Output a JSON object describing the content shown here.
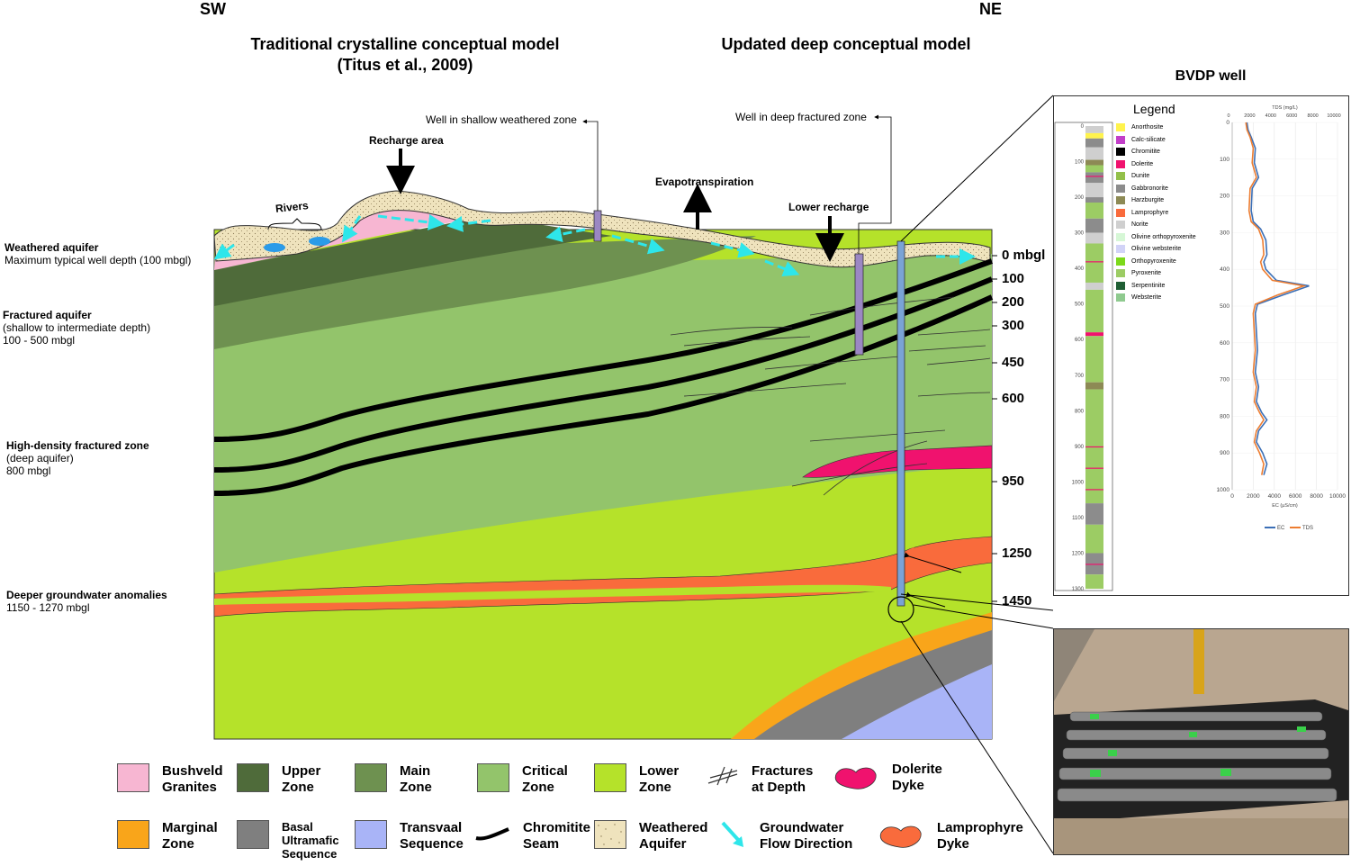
{
  "header": {
    "sw": "SW",
    "ne": "NE",
    "title_left_line1": "Traditional crystalline conceptual model",
    "title_left_line2": "(Titus et al., 2009)",
    "title_right": "Updated deep conceptual model",
    "bvdp_title": "BVDP well"
  },
  "side_labels": {
    "weathered_title": "Weathered aquifer",
    "weathered_desc": "Maximum typical well depth (100 mbgl)",
    "fractured_title": "Fractured aquifer",
    "fractured_desc1": "(shallow to intermediate depth)",
    "fractured_desc2": "100 - 500 mbgl",
    "hd_title": "High-density fractured zone",
    "hd_desc1": "(deep aquifer)",
    "hd_desc2": "800 mbgl",
    "deeper_title": "Deeper groundwater anomalies",
    "deeper_desc": "1150 - 1270 mbgl"
  },
  "depth_labels": [
    "0 mbgl",
    "100",
    "200",
    "300",
    "450",
    "600",
    "950",
    "1250",
    "1450"
  ],
  "annotations": {
    "rivers": "Rivers",
    "recharge_area": "Recharge area",
    "well_shallow": "Well in shallow weathered zone",
    "evapotranspiration": "Evapotranspiration",
    "well_deep": "Well in deep fractured zone",
    "lower_recharge": "Lower recharge"
  },
  "legend": [
    {
      "id": "bushveld",
      "line1": "Bushveld",
      "line2": "Granites",
      "color": "#f7b6d2"
    },
    {
      "id": "upper",
      "line1": "Upper",
      "line2": "Zone",
      "color": "#4f6b3a"
    },
    {
      "id": "main",
      "line1": "Main",
      "line2": "Zone",
      "color": "#6e9150"
    },
    {
      "id": "critical",
      "line1": "Critical",
      "line2": "Zone",
      "color": "#93c46b"
    },
    {
      "id": "lower",
      "line1": "Lower",
      "line2": "Zone",
      "color": "#b5e22a"
    },
    {
      "id": "fractures",
      "line1": "Fractures",
      "line2": "at Depth",
      "color": "none"
    },
    {
      "id": "dolerite",
      "line1": "Dolerite",
      "line2": "Dyke",
      "color": "#f0126e"
    },
    {
      "id": "marginal",
      "line1": "Marginal",
      "line2": "Zone",
      "color": "#f9a51a"
    },
    {
      "id": "basal",
      "line1": "Basal",
      "line2": "Ultramafic",
      "line3": "Sequence",
      "color": "#7f7f7f"
    },
    {
      "id": "transvaal",
      "line1": "Transvaal",
      "line2": "Sequence",
      "color": "#a9b4f7"
    },
    {
      "id": "chromitite",
      "line1": "Chromitite",
      "line2": "Seam",
      "color": "#000000"
    },
    {
      "id": "weathered",
      "line1": "Weathered",
      "line2": "Aquifer",
      "color": "#efe3bd"
    },
    {
      "id": "gwflow",
      "line1": "Groundwater",
      "line2": "Flow Direction",
      "color": "#2ee6ea"
    },
    {
      "id": "lamprophyre",
      "line1": "Lamprophyre",
      "line2": "Dyke",
      "color": "#f96b3c"
    }
  ],
  "well_log": {
    "legend_title": "Legend",
    "lithologies": [
      {
        "name": "Anorthosite",
        "color": "#fff34d"
      },
      {
        "name": "Calc-silicate",
        "color": "#c23ec8"
      },
      {
        "name": "Chromitite",
        "color": "#000000"
      },
      {
        "name": "Dolerite",
        "color": "#f0126e"
      },
      {
        "name": "Dunite",
        "color": "#93c04a"
      },
      {
        "name": "Gabbronorite",
        "color": "#8c8c8c"
      },
      {
        "name": "Harzburgite",
        "color": "#8d8a55"
      },
      {
        "name": "Lamprophyre",
        "color": "#f96b3c"
      },
      {
        "name": "Norite",
        "color": "#cfcfcf"
      },
      {
        "name": "Olivine orthopyroxenite",
        "color": "#d6f7d6"
      },
      {
        "name": "Olivine websterite",
        "color": "#d2d3f7"
      },
      {
        "name": "Orthopyroxenite",
        "color": "#7cd91a"
      },
      {
        "name": "Pyroxenite",
        "color": "#9ccc64"
      },
      {
        "name": "Serpentinite",
        "color": "#1f5e34"
      },
      {
        "name": "Websterite",
        "color": "#8fca8f"
      }
    ],
    "depth_ticks": [
      "0",
      "100",
      "200",
      "300",
      "400",
      "500",
      "600",
      "700",
      "800",
      "900",
      "1000",
      "1100",
      "1200",
      "1300"
    ]
  },
  "chart_data": {
    "type": "line",
    "x_top_label": "TDS (mg/L)",
    "x_top_ticks": [
      "0",
      "2000",
      "4000",
      "6000",
      "8000",
      "10000"
    ],
    "x_bottom_label": "EC (µS/cm)",
    "x_bottom_ticks": [
      "0",
      "2000",
      "4000",
      "6000",
      "8000",
      "10000"
    ],
    "y_ticks": [
      "0",
      "100",
      "200",
      "300",
      "400",
      "500",
      "600",
      "700",
      "800",
      "900",
      "1000"
    ],
    "ylim": [
      0,
      1000
    ],
    "xlim": [
      0,
      10000
    ],
    "series": [
      {
        "name": "EC",
        "color": "#3b6fb6",
        "points": [
          [
            1400,
            0
          ],
          [
            1500,
            20
          ],
          [
            1800,
            40
          ],
          [
            2200,
            70
          ],
          [
            2100,
            110
          ],
          [
            2500,
            150
          ],
          [
            1900,
            180
          ],
          [
            1800,
            240
          ],
          [
            2000,
            270
          ],
          [
            2700,
            290
          ],
          [
            3200,
            320
          ],
          [
            3300,
            360
          ],
          [
            3000,
            380
          ],
          [
            3200,
            400
          ],
          [
            4200,
            430
          ],
          [
            7300,
            445
          ],
          [
            4800,
            470
          ],
          [
            2400,
            495
          ],
          [
            2200,
            520
          ],
          [
            2300,
            570
          ],
          [
            2400,
            620
          ],
          [
            2200,
            680
          ],
          [
            2500,
            720
          ],
          [
            2300,
            760
          ],
          [
            2800,
            790
          ],
          [
            3300,
            810
          ],
          [
            2500,
            840
          ],
          [
            2300,
            870
          ],
          [
            2900,
            900
          ],
          [
            3300,
            930
          ],
          [
            3000,
            960
          ]
        ]
      },
      {
        "name": "TDS",
        "color": "#ed7d31",
        "points": [
          [
            1300,
            0
          ],
          [
            1400,
            20
          ],
          [
            1700,
            40
          ],
          [
            2000,
            70
          ],
          [
            1900,
            110
          ],
          [
            2300,
            150
          ],
          [
            1700,
            180
          ],
          [
            1600,
            240
          ],
          [
            1800,
            270
          ],
          [
            2500,
            290
          ],
          [
            2900,
            320
          ],
          [
            3000,
            360
          ],
          [
            2700,
            380
          ],
          [
            2900,
            400
          ],
          [
            3800,
            430
          ],
          [
            6800,
            445
          ],
          [
            4300,
            470
          ],
          [
            2200,
            495
          ],
          [
            2000,
            520
          ],
          [
            2100,
            570
          ],
          [
            2200,
            620
          ],
          [
            2000,
            680
          ],
          [
            2300,
            720
          ],
          [
            2100,
            760
          ],
          [
            2600,
            790
          ],
          [
            3000,
            810
          ],
          [
            2300,
            840
          ],
          [
            2100,
            870
          ],
          [
            2600,
            900
          ],
          [
            3000,
            930
          ],
          [
            2800,
            960
          ]
        ]
      }
    ]
  }
}
